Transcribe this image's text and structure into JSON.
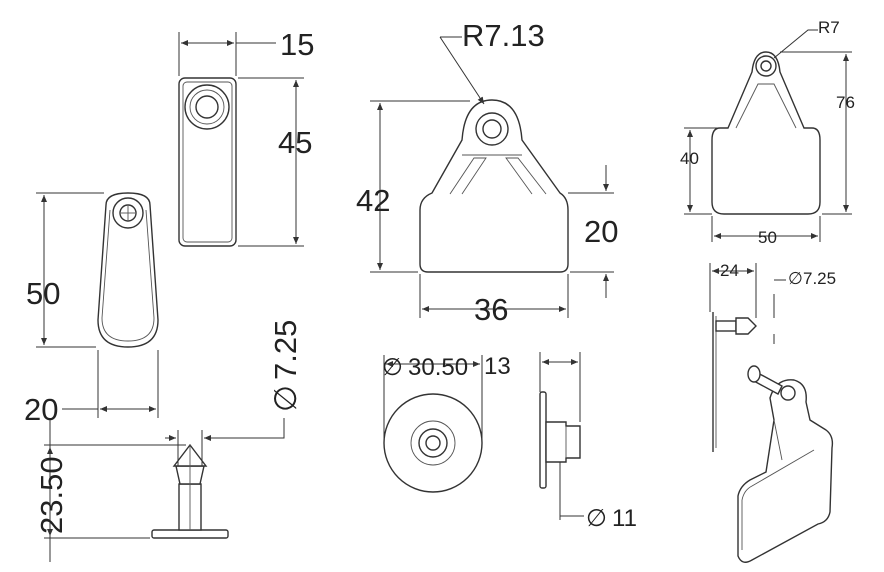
{
  "dimensions": {
    "rect_tag_width": "15",
    "rect_tag_height": "45",
    "round_tag_height": "50",
    "round_tag_width": "20",
    "pin_height": "23.50",
    "pin_diameter": "7.25",
    "large_tag_radius": "R7.13",
    "large_tag_height": "42",
    "large_tag_lower_height": "20",
    "large_tag_width": "36",
    "button_diameter": "30.50",
    "button_depth": "13",
    "stem_diameter": "11",
    "small_tag_radius": "R7",
    "small_tag_height": "76",
    "small_tag_body_height": "40",
    "small_tag_width": "50",
    "side_offset": "24",
    "side_pin_diameter": "7.25"
  },
  "symbols": {
    "diameter": "∅"
  },
  "colors": {
    "line": "#333333",
    "background": "#ffffff"
  }
}
